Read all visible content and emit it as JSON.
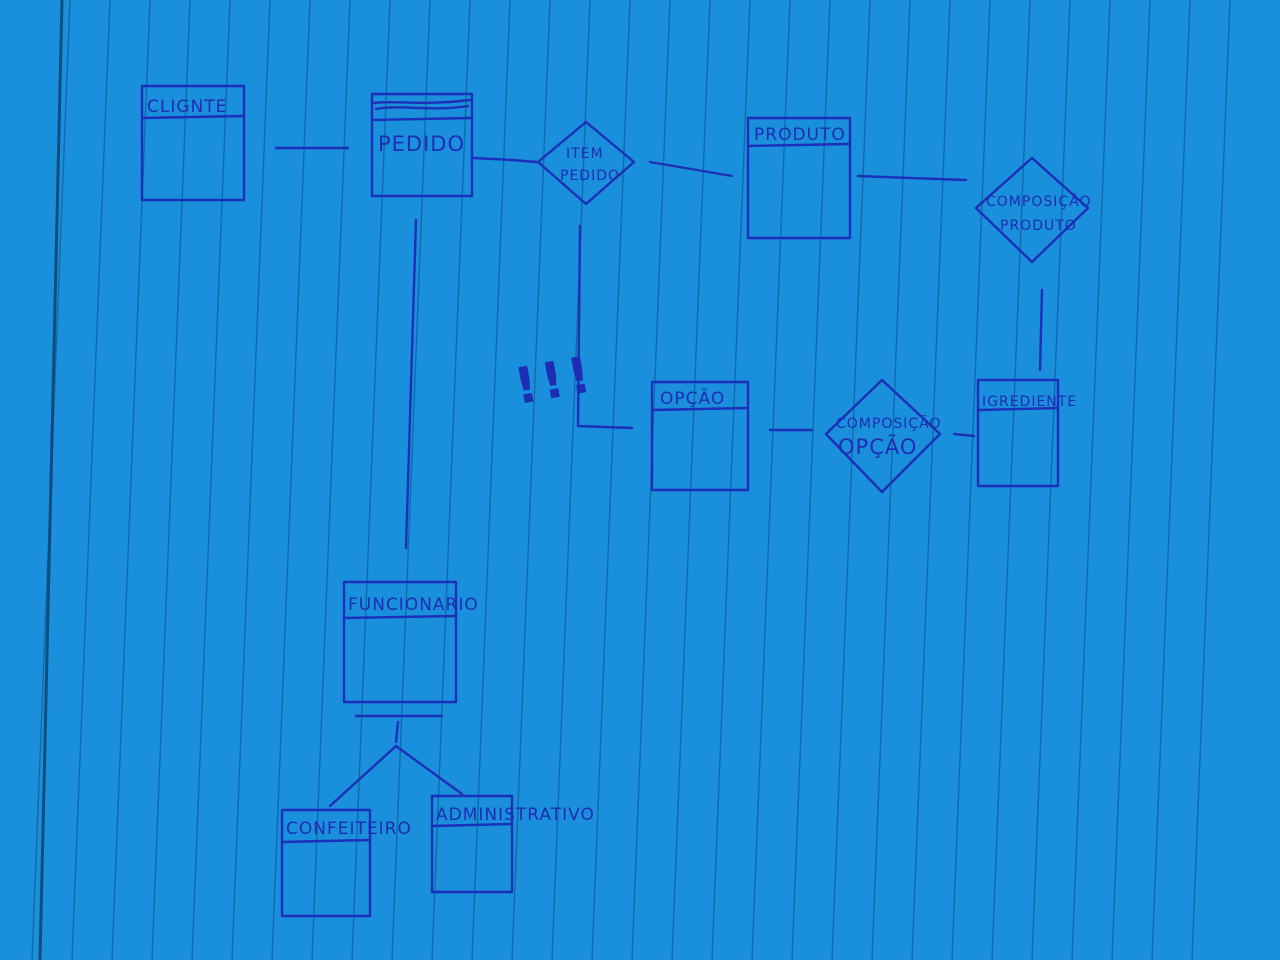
{
  "entities": {
    "cliente": "CLIGNTE",
    "pedido": "PEDIDO",
    "produto": "PRODUTO",
    "opcao": "OPÇÃO",
    "ingrediente": "IGREDIENTE",
    "funcionario": "FUNCIONARIO",
    "confeiteiro": "CONFEITEIRO",
    "administrativo": "ADMINISTRATIVO"
  },
  "relationships": {
    "item_pedido": [
      "ITEM",
      "PEDIDO"
    ],
    "composicao_produto": [
      "COMPOSIÇÃO",
      "PRODUTO"
    ],
    "composicao_opcao": [
      "COMPOSIÇÃO",
      "OPÇÃO"
    ]
  },
  "annotations": {
    "exclamation": "!!!"
  },
  "colors": {
    "paper": "#1a8fdc",
    "ink": "#1c2fb8",
    "rule_lines": "#0e5f96"
  }
}
